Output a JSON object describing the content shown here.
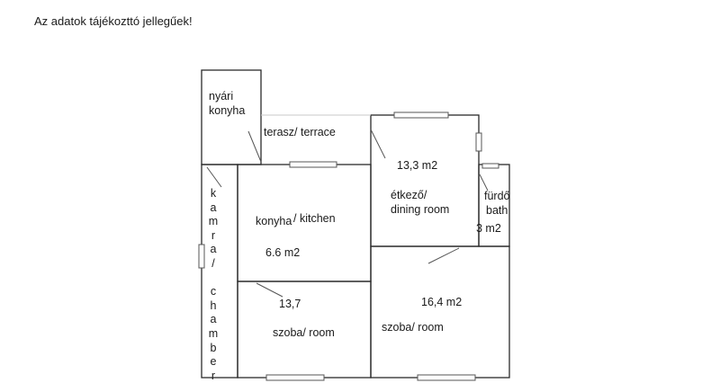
{
  "note": "Az adatok tájékozttó jellegűek!",
  "labels": {
    "summer_kitchen_1": "nyári",
    "summer_kitchen_2": "konyha",
    "terrace": "terasz/ terrace",
    "dining_area": "13,3 m2",
    "dining_1": "étkező/",
    "dining_2": "dining room",
    "bath_1": "fürdő",
    "bath_2": "bath",
    "bath_area": "3 m2",
    "kitchen_a": "konyha",
    "kitchen_b": "/ kitchen",
    "kitchen_area": "6.6 m2",
    "room_left_area": "13,7",
    "room_left": "szoba/ room",
    "room_right_area": "16,4 m2",
    "room_right": "szoba/ room"
  },
  "chamber_letters": [
    "k",
    "a",
    "m",
    "r",
    "a",
    "/",
    "",
    "c",
    "h",
    "a",
    "m",
    "b",
    "e",
    "r"
  ],
  "colors": {
    "wall": "#2b2b2b",
    "terrace_line": "#c8c8c8",
    "window": "#555555"
  }
}
